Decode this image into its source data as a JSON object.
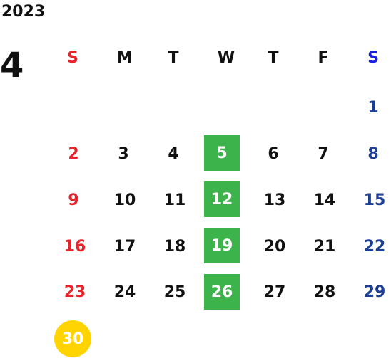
{
  "calendar": {
    "year": "2023",
    "month": "4",
    "weekdays": [
      "S",
      "M",
      "T",
      "W",
      "T",
      "F",
      "S"
    ],
    "weeks": [
      [
        "",
        "",
        "",
        "",
        "",
        "",
        "1"
      ],
      [
        "2",
        "3",
        "4",
        "5",
        "6",
        "7",
        "8"
      ],
      [
        "9",
        "10",
        "11",
        "12",
        "13",
        "14",
        "15"
      ],
      [
        "16",
        "17",
        "18",
        "19",
        "20",
        "21",
        "22"
      ],
      [
        "23",
        "24",
        "25",
        "26",
        "27",
        "28",
        "29"
      ],
      [
        "30",
        "",
        "",
        "",
        "",
        "",
        ""
      ]
    ],
    "highlighted_days": [
      "5",
      "12",
      "19",
      "26"
    ],
    "circled_day": "30"
  },
  "colors": {
    "sunday": "#e8222a",
    "saturday": "#1c3f94",
    "saturday_header": "#1a1ee0",
    "highlight": "#3cb44b",
    "circle": "#ffd400"
  }
}
